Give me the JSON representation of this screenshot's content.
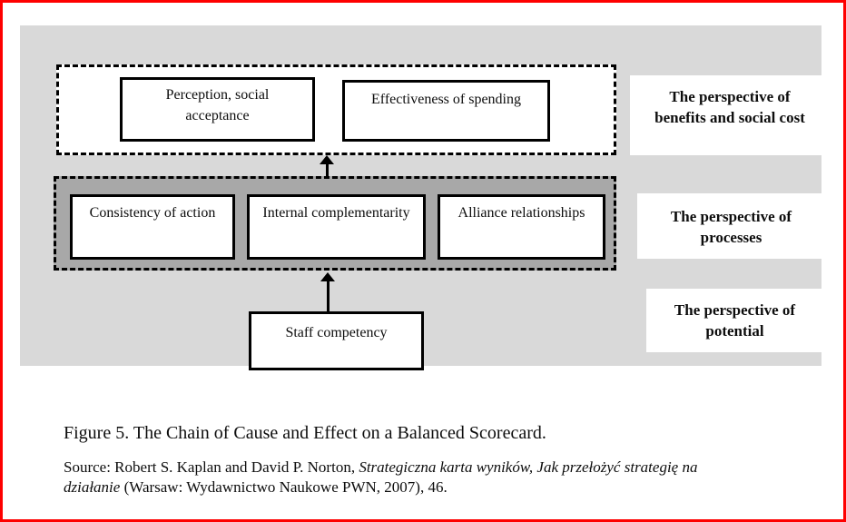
{
  "diagram": {
    "boxes": {
      "perception": "Perception, social acceptance",
      "effectiveness": "Effectiveness of spending",
      "consistency": "Consistency of action",
      "internal": "Internal complementarity",
      "alliance": "Alliance relationships",
      "staff": "Staff competency"
    },
    "perspectives": [
      {
        "line1": "The perspective of",
        "line2": "benefits and social cost"
      },
      {
        "line1": "The perspective of",
        "line2": "processes"
      },
      {
        "line1": "The perspective of",
        "line2": "potential"
      }
    ],
    "colors": {
      "page_border": "#fe0000",
      "panel_background": "#d9d9d9",
      "processes_container_background": "#a8a8a8",
      "box_border": "#000000",
      "text": "#0d0d0d"
    }
  },
  "caption": "Figure 5. The Chain of Cause and Effect on a Balanced Scorecard.",
  "source": {
    "line1_regular": "Source: Robert S. Kaplan and David P. Norton, ",
    "line1_italic": "Strategiczna karta wyników, Jak przełożyć strategię na",
    "line2_italic": "działanie",
    "line2_regular": " (Warsaw: Wydawnictwo Naukowe PWN, 2007), 46."
  }
}
